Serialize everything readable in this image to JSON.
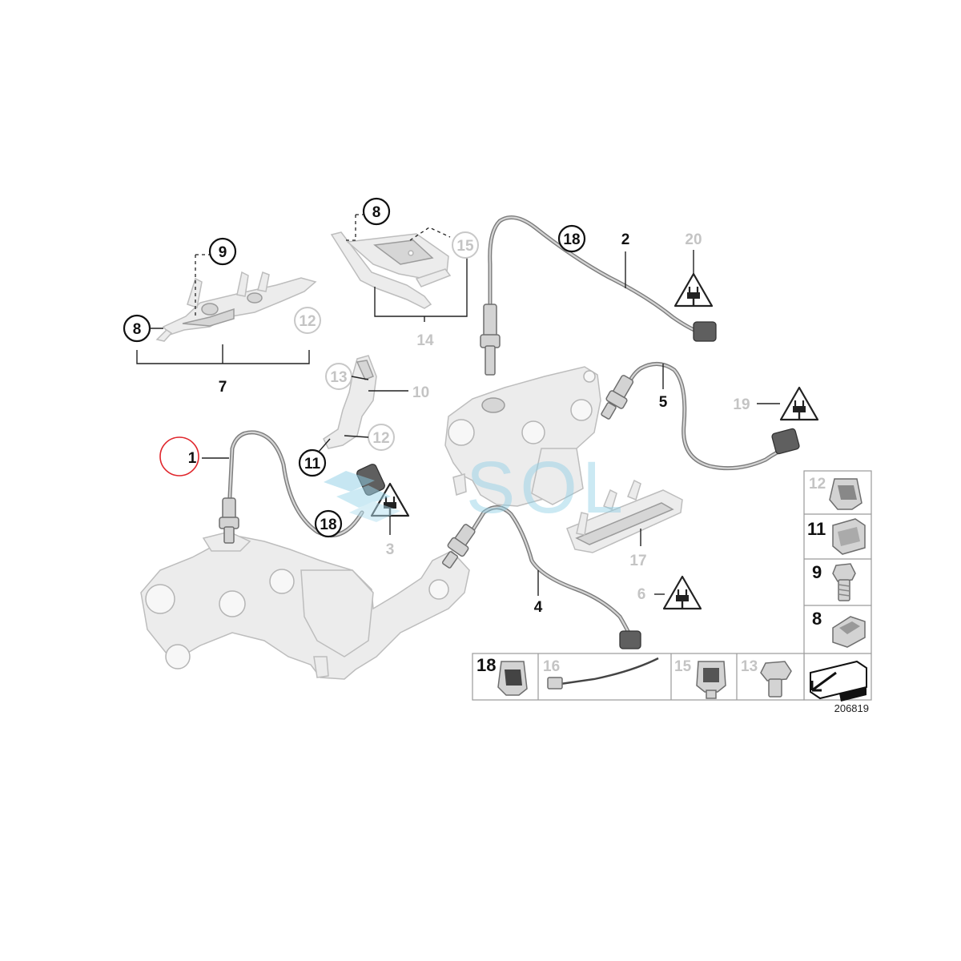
{
  "diagram_number": "206819",
  "watermark": "SOL",
  "callouts": {
    "c1": "1",
    "c2": "2",
    "c3": "3",
    "c4": "4",
    "c5": "5",
    "c6": "6",
    "c7": "7",
    "c8a": "8",
    "c8b": "8",
    "c9": "9",
    "c10": "10",
    "c11": "11",
    "c12a": "12",
    "c12b": "12",
    "c13": "13",
    "c14": "14",
    "c15": "15",
    "c17": "17",
    "c18a": "18",
    "c18b": "18",
    "c19": "19",
    "c20": "20"
  },
  "legend_right": [
    "12",
    "11",
    "9",
    "8"
  ],
  "legend_bottom": [
    "18",
    "16",
    "15",
    "13"
  ],
  "colors": {
    "highlight": "#e0262c",
    "watermark": "#8ecfe6",
    "muted_label": "#c4c4c4"
  }
}
